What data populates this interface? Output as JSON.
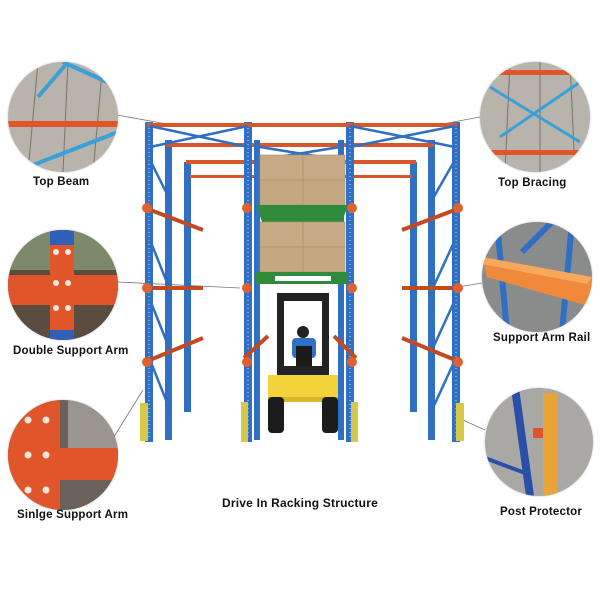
{
  "title": "Drive In Racking Structure",
  "colors": {
    "upright_blue": "#2f6fc4",
    "beam_orange": "#d9552a",
    "pallet_green": "#2e8b3a",
    "box_brown": "#c7ab86",
    "forklift_yellow": "#f2d43a",
    "protector_yellow": "#d8c84a",
    "connector_line": "#777777"
  },
  "callouts": [
    {
      "id": "top-beam",
      "label": "Top Beam",
      "side": "left",
      "position": "top"
    },
    {
      "id": "top-bracing",
      "label": "Top Bracing",
      "side": "right",
      "position": "top"
    },
    {
      "id": "double-support-arm",
      "label": "Double Support Arm",
      "side": "left",
      "position": "middle"
    },
    {
      "id": "support-arm-rail",
      "label": "Support Arm Rail",
      "side": "right",
      "position": "middle"
    },
    {
      "id": "single-support-arm",
      "label": "Sinlge Support Arm",
      "side": "left",
      "position": "bottom"
    },
    {
      "id": "post-protector",
      "label": "Post Protector",
      "side": "right",
      "position": "bottom"
    }
  ]
}
